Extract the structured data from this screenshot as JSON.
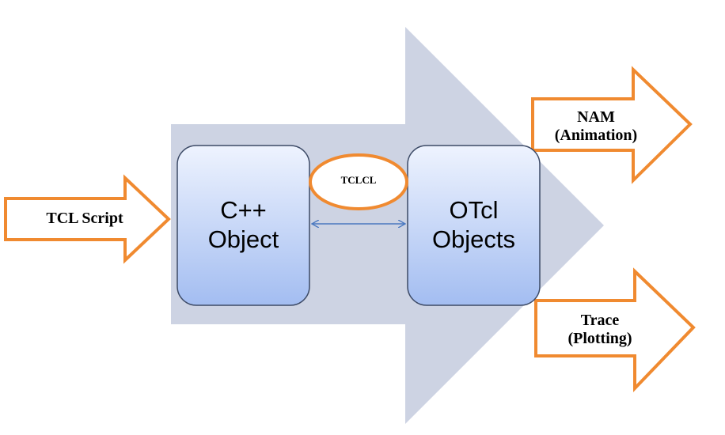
{
  "diagram": {
    "input_arrow": {
      "label": "TCL Script"
    },
    "cpp_box": {
      "line1": "C++",
      "line2": "Object"
    },
    "otcl_box": {
      "line1": "OTcl",
      "line2": "Objects"
    },
    "linkage": {
      "label": "TCLCL"
    },
    "output_nam": {
      "line1": "NAM",
      "line2": "(Animation)"
    },
    "output_trace": {
      "line1": "Trace",
      "line2": "(Plotting)"
    },
    "colors": {
      "big_arrow": "#cdd3e3",
      "box_top": "#eaf0fe",
      "box_bottom": "#a6c0f2",
      "box_border": "#3c4a66",
      "accent_orange": "#f08a30",
      "connector": "#4a78c0"
    }
  }
}
